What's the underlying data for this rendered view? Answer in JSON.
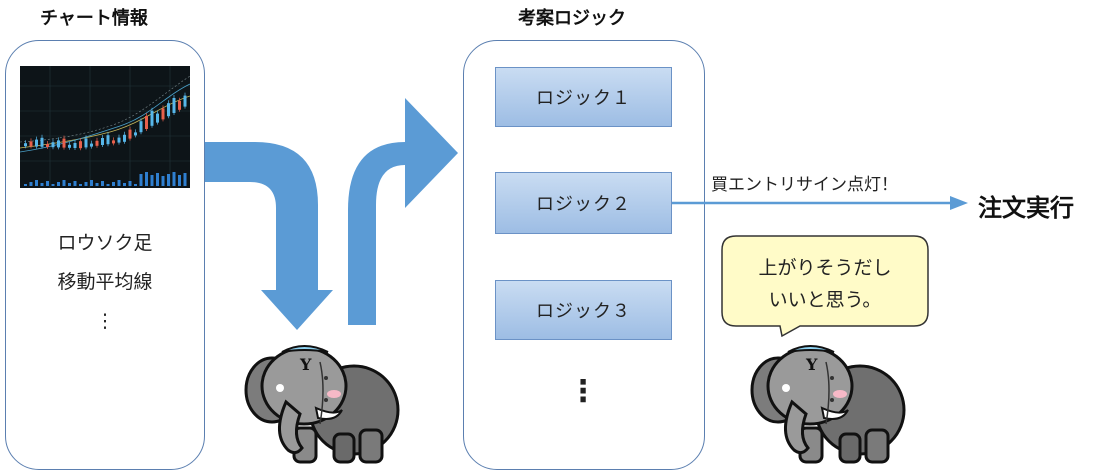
{
  "chart_info": {
    "title": "チャート情報",
    "items": [
      "ロウソク足",
      "移動平均線",
      "⋮"
    ]
  },
  "logic": {
    "title": "考案ロジック",
    "items": [
      "ロジック１",
      "ロジック２",
      "ロジック３"
    ],
    "more": "⋮"
  },
  "signal": {
    "label": "買エントリサイン点灯！",
    "target": "注文実行"
  },
  "bubble": {
    "line1": "上がりそうだし",
    "line2": "いいと思う。"
  },
  "mascot": {
    "letter": "Y"
  },
  "colors": {
    "panel_border": "#5b7fb0",
    "arrow": "#5b9bd5",
    "logic_fill": "#9dbde4",
    "bubble_fill": "#fffbc8"
  }
}
